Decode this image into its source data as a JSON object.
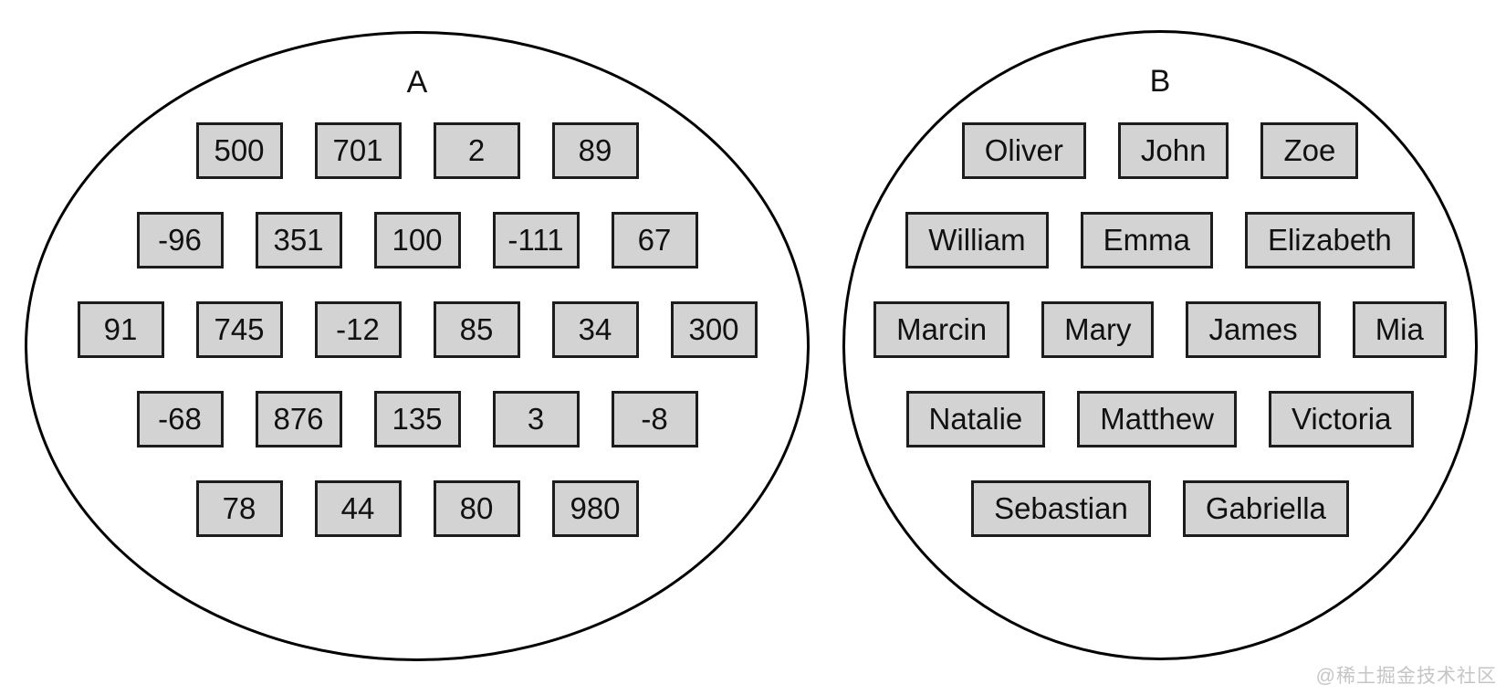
{
  "diagram": {
    "sets": [
      {
        "label": "A",
        "rows": [
          [
            "500",
            "701",
            "2",
            "89"
          ],
          [
            "-96",
            "351",
            "100",
            "-111",
            "67"
          ],
          [
            "91",
            "745",
            "-12",
            "85",
            "34",
            "300"
          ],
          [
            "-68",
            "876",
            "135",
            "3",
            "-8"
          ],
          [
            "78",
            "44",
            "80",
            "980"
          ]
        ]
      },
      {
        "label": "B",
        "rows": [
          [
            "Oliver",
            "John",
            "Zoe"
          ],
          [
            "William",
            "Emma",
            "Elizabeth"
          ],
          [
            "Marcin",
            "Mary",
            "James",
            "Mia"
          ],
          [
            "Natalie",
            "Matthew",
            "Victoria"
          ],
          [
            "Sebastian",
            "Gabriella"
          ]
        ]
      }
    ]
  },
  "watermark": {
    "text": "@稀土掘金技术社区"
  },
  "colors": {
    "background": "#ffffff",
    "outline": "#000000",
    "box_fill": "#d3d3d3",
    "box_border": "#1c1c1c",
    "text": "#111111",
    "watermark": "#c5c5c5"
  }
}
